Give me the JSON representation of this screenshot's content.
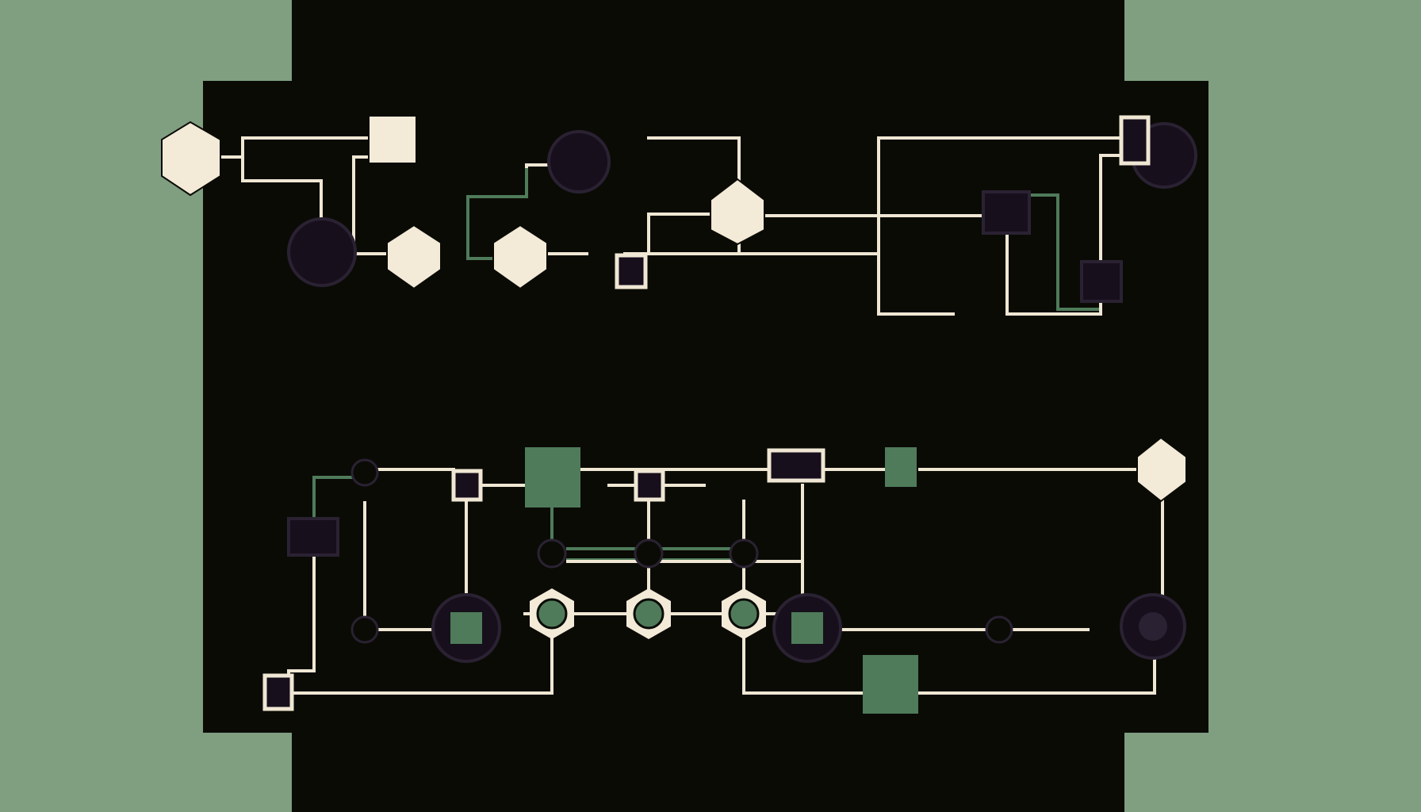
{
  "palette": {
    "page_background": "#7f9f80",
    "board": "#0b0b06",
    "wire": "#efe7d3",
    "wire_accent": "#4f7b5a",
    "node_cream": "#f3ead8",
    "node_dark": "#170f1c",
    "node_green": "#4f7b5a"
  },
  "diagram": {
    "description_visible_text": "",
    "upper_network": {
      "nodes": [
        {
          "shape": "hexagon",
          "fill": "cream"
        },
        {
          "shape": "square",
          "fill": "cream"
        },
        {
          "shape": "circle",
          "fill": "dark"
        },
        {
          "shape": "diamond",
          "fill": "cream"
        },
        {
          "shape": "diamond",
          "fill": "cream"
        },
        {
          "shape": "circle",
          "fill": "dark"
        },
        {
          "shape": "diamond",
          "fill": "cream"
        },
        {
          "shape": "square",
          "fill": "dark-outlined"
        },
        {
          "shape": "square",
          "fill": "dark"
        },
        {
          "shape": "square",
          "fill": "dark"
        },
        {
          "shape": "rect",
          "fill": "dark-outlined"
        },
        {
          "shape": "circle",
          "fill": "dark"
        }
      ]
    },
    "lower_network": {
      "nodes": [
        {
          "shape": "rect",
          "fill": "dark"
        },
        {
          "shape": "square",
          "fill": "dark-outlined"
        },
        {
          "shape": "square",
          "fill": "green"
        },
        {
          "shape": "square",
          "fill": "dark-outlined"
        },
        {
          "shape": "rect",
          "fill": "dark-outlined"
        },
        {
          "shape": "square",
          "fill": "green"
        },
        {
          "shape": "diamond",
          "fill": "cream"
        },
        {
          "shape": "hexagon",
          "fill": "green-ringed"
        },
        {
          "shape": "hexagon",
          "fill": "green-ringed"
        },
        {
          "shape": "hexagon",
          "fill": "green-ringed"
        },
        {
          "shape": "circle",
          "fill": "dark-with-green"
        },
        {
          "shape": "circle",
          "fill": "dark-with-green"
        },
        {
          "shape": "circle",
          "fill": "dark"
        },
        {
          "shape": "square",
          "fill": "green"
        },
        {
          "shape": "square",
          "fill": "dark-outlined"
        }
      ]
    }
  }
}
